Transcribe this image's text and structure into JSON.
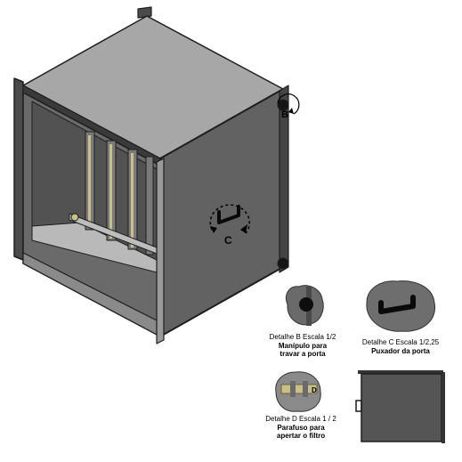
{
  "drawing": {
    "callout_b": "B",
    "callout_c": "C",
    "callout_d": "D"
  },
  "details": {
    "b": {
      "title": "Detalhe B Escala 1/2",
      "line1": "Manípulo para",
      "line2": "travar a porta"
    },
    "c": {
      "title": "Detalhe C Escala 1/2,25",
      "line1": "Puxador da porta"
    },
    "d": {
      "title": "Detalhe D Escala 1 / 2",
      "line1": "Parafuso para",
      "line2": "apertar o filtro"
    }
  },
  "colors": {
    "housing": "#5f5f5f",
    "door": "#626262",
    "top": "#a7a7a7",
    "frame_edge": "#1e1e1e",
    "filter_rod": "#c8bf8a"
  }
}
